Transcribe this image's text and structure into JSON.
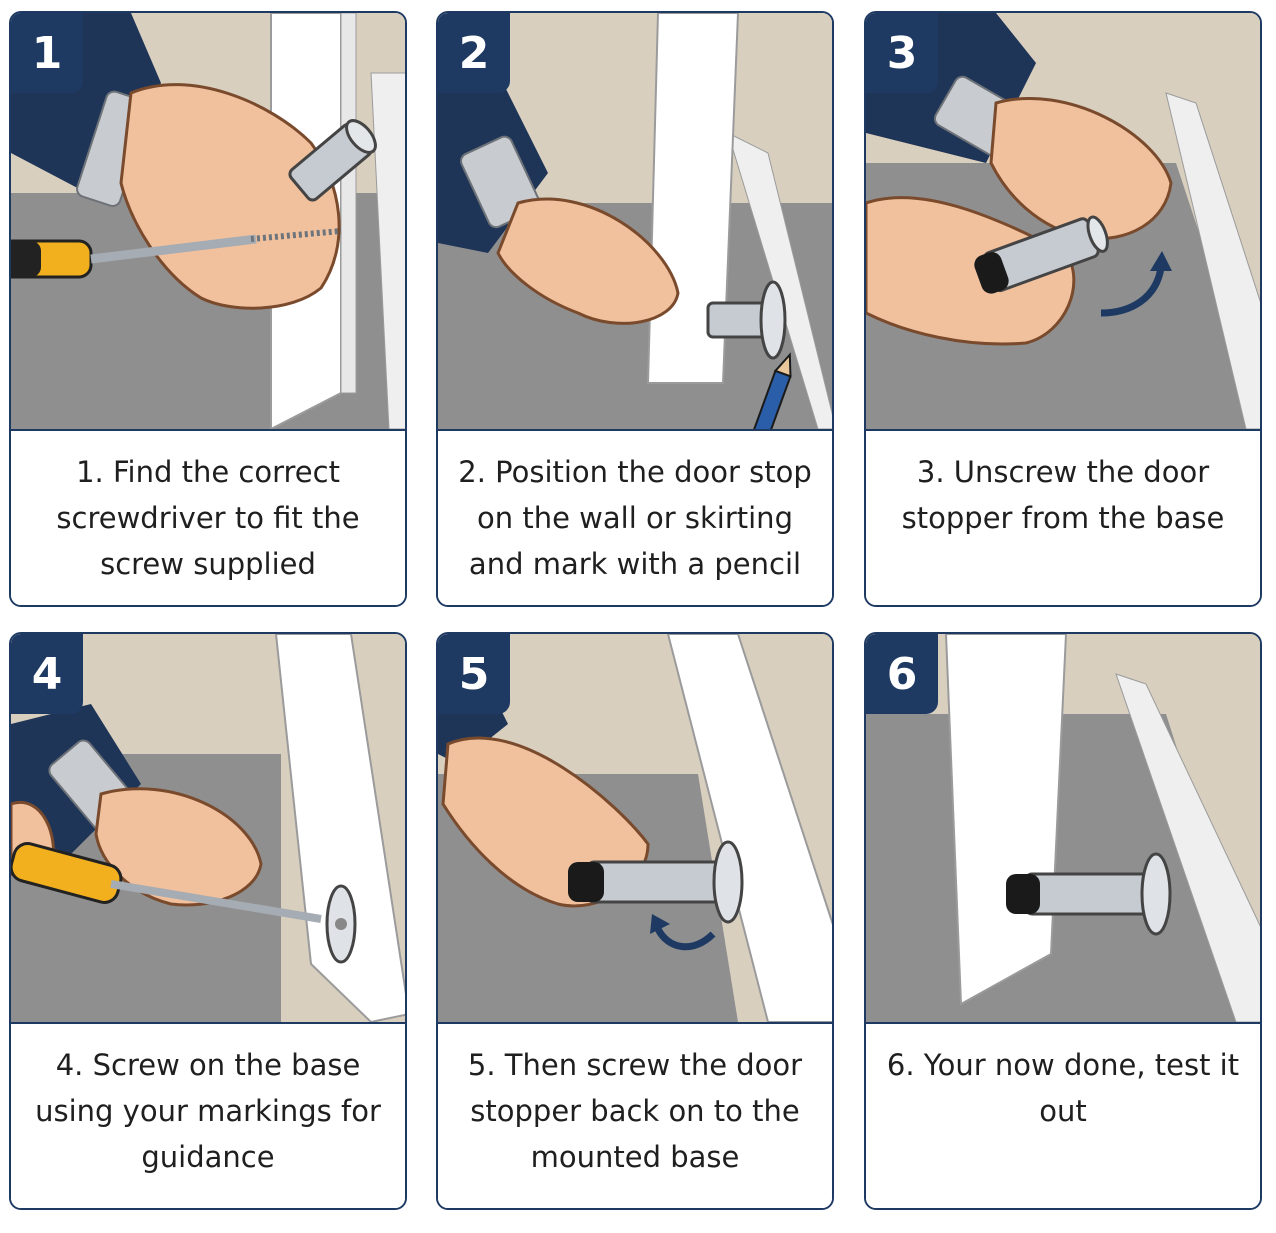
{
  "steps": [
    {
      "number": "1",
      "caption": "1. Find the correct screwdriver to fit the screw supplied"
    },
    {
      "number": "2",
      "caption": "2. Position the door stop on the wall or skirting and mark with a pencil"
    },
    {
      "number": "3",
      "caption": "3. Unscrew the door stopper from the base"
    },
    {
      "number": "4",
      "caption": "4. Screw on the base using your markings for guidance"
    },
    {
      "number": "5",
      "caption": "5. Then screw the door stopper back on to the mounted base"
    },
    {
      "number": "6",
      "caption": "6. Your now done, test it out"
    }
  ],
  "colors": {
    "accent": "#1e3a63",
    "wall": "#d8cfbf",
    "carpet": "#8f8f8f",
    "skin": "#f1c19e",
    "sleeve": "#1f3557",
    "steel": "#b9bec4",
    "handle_yellow": "#f2b01e"
  },
  "icons": [
    "hand-icon",
    "screwdriver-icon",
    "door-stopper-icon",
    "pencil-icon",
    "rotate-arrow-icon",
    "door-icon",
    "skirting-icon"
  ]
}
